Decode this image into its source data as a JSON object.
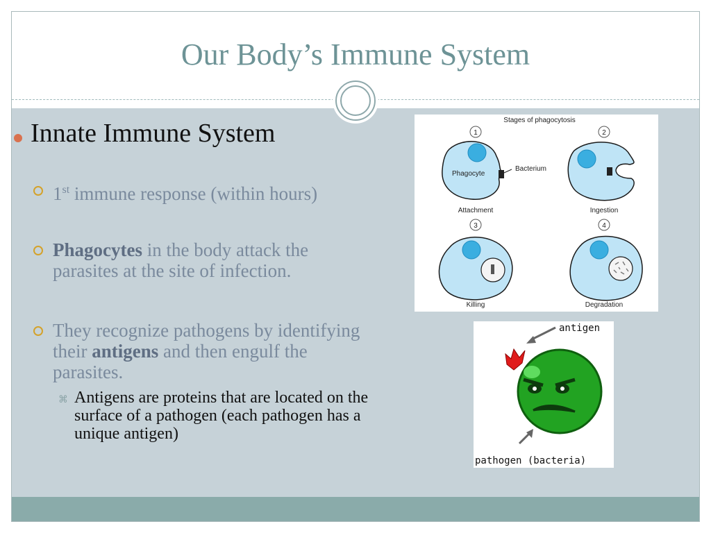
{
  "slide": {
    "title": "Our Body’s Immune System",
    "bullet1": "Innate Immune System",
    "sub1": {
      "number": "1",
      "sup": "st",
      "text": " immune response (within hours)"
    },
    "sub2": {
      "bold": "Phagocytes",
      "text": " in the body attack the parasites at the site of infection."
    },
    "sub3": {
      "pre": "They recognize pathogens by identifying their ",
      "bold": "antigens",
      "post": " and then engulf the parasites."
    },
    "sub4": "Antigens are proteins that are located on the surface of a pathogen (each pathogen has a unique antigen)"
  },
  "figure_phagocytosis": {
    "title": "Stages of phagocytosis",
    "stages": [
      {
        "number": "1",
        "caption": "Attachment"
      },
      {
        "number": "2",
        "caption": "Ingestion"
      },
      {
        "number": "3",
        "caption": "Killing"
      },
      {
        "number": "4",
        "caption": "Degradation"
      }
    ],
    "label_phagocyte": "Phagocyte",
    "label_bacterium": "Bacterium"
  },
  "figure_antigen": {
    "antigen_label": "antigen",
    "pathogen_label": "pathogen (bacteria)"
  },
  "colors": {
    "title": "#6d9396",
    "body_bg": "#c6d2d8",
    "footer": "#8aabaa",
    "bullet": "#d9714e",
    "sub_bullet": "#d4a22a",
    "cell_fill": "#bfe4f6",
    "nucleus": "#3aaee0",
    "pathogen_green": "#22a322"
  }
}
